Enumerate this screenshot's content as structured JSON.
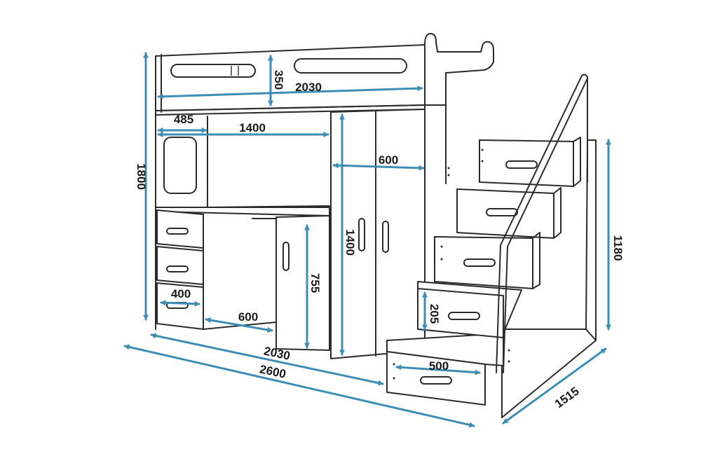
{
  "colors": {
    "dimension_arrow": "#3d8db5",
    "outline": "#2b2b2b",
    "background": "#ffffff"
  },
  "dimensions": {
    "overall_height": "1800",
    "top_rail_height": "350",
    "bed_length": "2030",
    "desk_side_width": "485",
    "desk_width": "1400",
    "wardrobe_width": "600",
    "wardrobe_height": "1400",
    "drawer_width": "400",
    "cabinet_height": "755",
    "desk_depth": "600",
    "bottom_length": "2030",
    "total_length": "2600",
    "step_height": "205",
    "step_width": "500",
    "stairs_height": "1180",
    "total_depth": "1515"
  }
}
